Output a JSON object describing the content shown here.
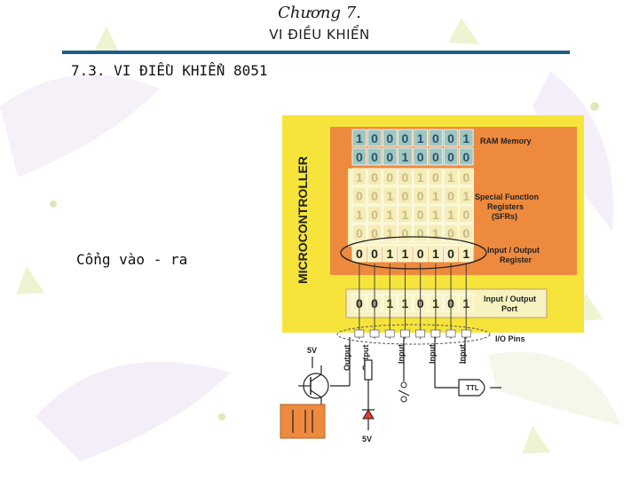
{
  "header": {
    "chapter": "Chương 7.",
    "subject": "VI ĐIỀU KHIỂN"
  },
  "section_title": "7.3. VI ĐIỀU KHIỂN 8051",
  "io_label": "Cổng vào - ra",
  "diagram": {
    "chip_label": "MICROCONTROLLER",
    "ram_label": "RAM Memory",
    "sfr_label": [
      "Special Function",
      "Registers",
      "(SFRs)"
    ],
    "io_register_label": [
      "Input / Output",
      "Register"
    ],
    "io_port_label": [
      "Input / Output",
      "Port"
    ],
    "io_pins_label": "I/O Pins",
    "ram_rows": [
      [
        "1",
        "0",
        "0",
        "0",
        "1",
        "0",
        "0",
        "1"
      ],
      [
        "0",
        "0",
        "0",
        "1",
        "0",
        "0",
        "0",
        "0"
      ]
    ],
    "sfr_rows": [
      [
        "1",
        "0",
        "0",
        "0",
        "1",
        "0",
        "1",
        "0"
      ],
      [
        "0",
        "0",
        "1",
        "0",
        "0",
        "1",
        "0",
        "1"
      ],
      [
        "1",
        "0",
        "1",
        "1",
        "0",
        "1",
        "1",
        "0"
      ],
      [
        "0",
        "0",
        "1",
        "0",
        "0",
        "1",
        "0",
        "0"
      ]
    ],
    "register_bits": [
      "0",
      "0",
      "1",
      "1",
      "0",
      "1",
      "0",
      "1"
    ],
    "port_bits": [
      "0",
      "0",
      "1",
      "1",
      "0",
      "1",
      "0",
      "1"
    ],
    "pin_labels": [
      "Output",
      "Output",
      "Input",
      "Input",
      "Input"
    ],
    "voltage_top": "5V",
    "voltage_bottom": "5V",
    "ttl_label": "TTL"
  }
}
